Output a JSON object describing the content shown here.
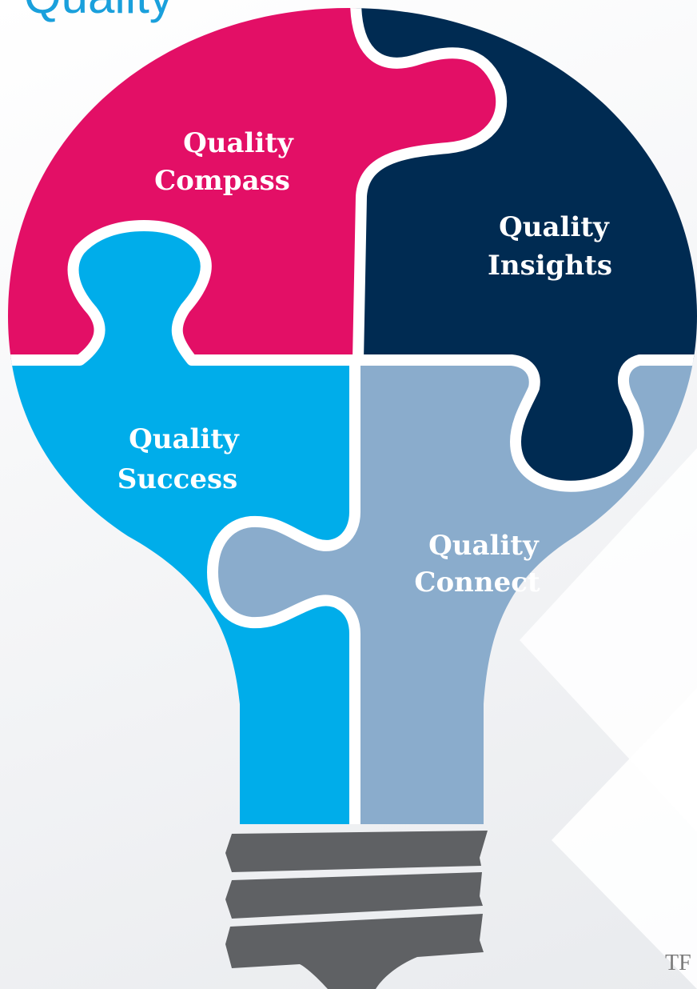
{
  "header": {
    "partial_title": "Quality"
  },
  "pieces": [
    {
      "line1": "Quality",
      "line2": "Compass",
      "color": "#e30f66"
    },
    {
      "line1": "Quality",
      "line2": "Insights",
      "color": "#002b52"
    },
    {
      "line1": "Quality",
      "line2": "Success",
      "color": "#00adea"
    },
    {
      "line1": "Quality",
      "line2": "Connect",
      "color": "#8aaccc"
    }
  ],
  "bulb_base_color": "#5f6164",
  "footer": {
    "partial_mark": "TF"
  }
}
